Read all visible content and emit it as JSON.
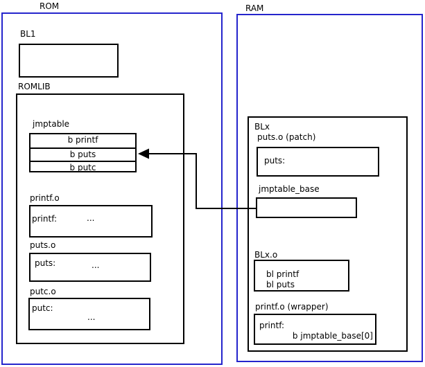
{
  "diagram": {
    "rom": {
      "title": "ROM",
      "bl1": {
        "label": "BL1"
      },
      "romlib": {
        "label": "ROMLIB",
        "jmptable": {
          "label": "jmptable",
          "rows": [
            "b printf",
            "b puts",
            "b putc"
          ]
        },
        "objects": [
          {
            "label": "printf.o",
            "symbol": "printf:",
            "body": "..."
          },
          {
            "label": "puts.o",
            "symbol": "puts:",
            "body": "..."
          },
          {
            "label": "putc.o",
            "symbol": "putc:",
            "body": "..."
          }
        ]
      }
    },
    "ram": {
      "title": "RAM",
      "blx": {
        "label": "BLx",
        "puts_patch": {
          "label": "puts.o (patch)",
          "symbol": "puts:"
        },
        "jmptable_base": {
          "label": "jmptable_base"
        },
        "blx_o": {
          "label": "BLx.o",
          "lines": [
            "bl printf",
            "bl puts"
          ]
        },
        "printf_wrapper": {
          "label": "printf.o (wrapper)",
          "symbol": "printf:",
          "body": "b jmptable_base[0]"
        }
      }
    },
    "colors": {
      "frame_blue": "#2424cc",
      "box_black": "#000000"
    }
  }
}
